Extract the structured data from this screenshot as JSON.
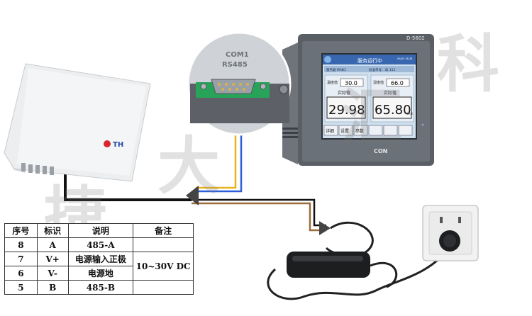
{
  "sensor": {
    "logo_text": "TH"
  },
  "connector": {
    "label_line1": "COM1",
    "label_line2": "RS485"
  },
  "hmi": {
    "model": "D-5602",
    "brand": "CON",
    "status_title": "服务运行中",
    "top_time": "09/04 16:28",
    "device_name": "服务器 MAB1",
    "address_line": "标准单号：ID 153",
    "temp_set_label": "温度值",
    "temp_set_value": "30.0",
    "temp_actual_label": "实际值",
    "temp_actual_value": "29.98",
    "temp_unit": "℃",
    "hum_set_label": "湿度值",
    "hum_set_value": "66.0",
    "hum_actual_label": "实际值",
    "hum_actual_value": "65.80",
    "hum_unit": "%RH",
    "buttons": [
      "详细",
      "设置",
      "参数",
      "",
      "",
      ""
    ]
  },
  "watermark": {
    "chars": [
      "捷",
      "大",
      "汇",
      "科"
    ]
  },
  "pin_table": {
    "headers": [
      "序号",
      "标识",
      "说明",
      "备注"
    ],
    "rows": [
      {
        "num": "8",
        "id": "A",
        "desc": "485-A"
      },
      {
        "num": "7",
        "id": "V+",
        "desc": "电源输入正极"
      },
      {
        "num": "6",
        "id": "V-",
        "desc": "电源地"
      },
      {
        "num": "5",
        "id": "B",
        "desc": "485-B"
      }
    ],
    "note": "10~30V DC"
  },
  "colors": {
    "wire_black": "#111111",
    "wire_blue": "#2f5fd8",
    "wire_yellow": "#e9b21f",
    "wire_brown": "#9a6a3a",
    "hmi_frame": "#5a5f66",
    "screen_bg": "#cfe0ee"
  }
}
